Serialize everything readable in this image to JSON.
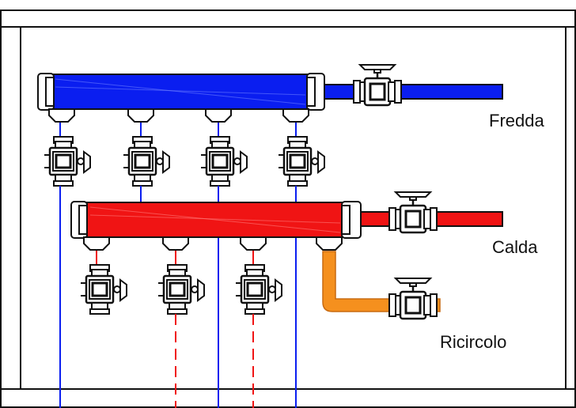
{
  "labels": {
    "cold": "Fredda",
    "hot": "Calda",
    "recirc": "Ricircolo"
  },
  "colors": {
    "cold_pipe": "#0a1ef0",
    "hot_pipe": "#f01414",
    "recirc_pipe": "#f5901e",
    "frame": "#111111",
    "fitting": "#ffffff"
  },
  "manifolds": {
    "cold_outlets": 4,
    "hot_outlets": 3,
    "hot_recirc_outlet": 1
  }
}
